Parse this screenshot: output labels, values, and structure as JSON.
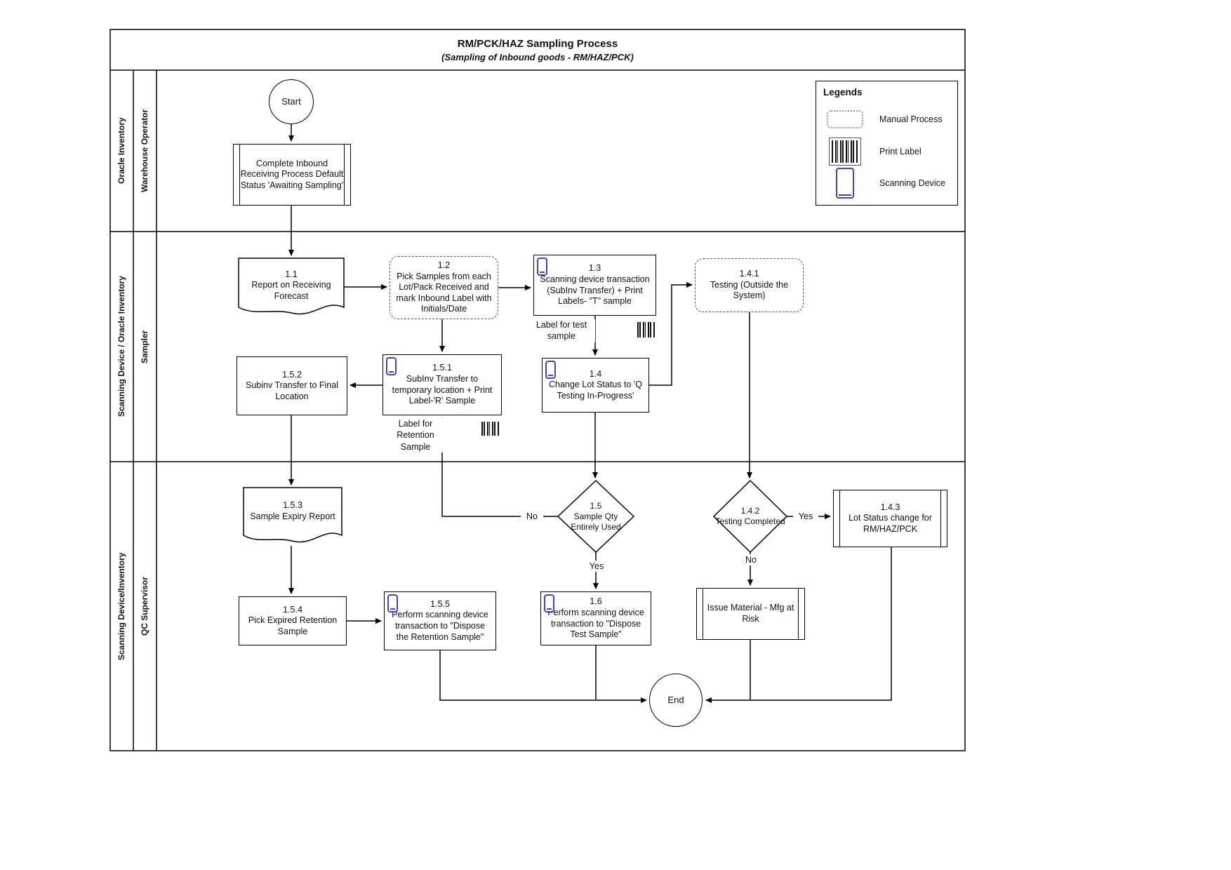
{
  "title": {
    "main": "RM/PCK/HAZ Sampling Process",
    "sub": "(Sampling of Inbound goods - RM/HAZ/PCK)"
  },
  "lanes": [
    {
      "system": "Oracle Inventory",
      "role": "Warehouse Operator"
    },
    {
      "system": "Scanning Device / Oracle Inventory",
      "role": "Sampler"
    },
    {
      "system": "Scanning Device/Inventory",
      "role": "QC Supervisor"
    }
  ],
  "legend": {
    "title": "Legends",
    "manual_process": "Manual Process",
    "print_label": "Print Label",
    "scanning_device": "Scanning Device"
  },
  "nodes": {
    "start": {
      "label": "Start"
    },
    "inbound": {
      "text": "Complete Inbound Receiving Process Default Status 'Awaiting Sampling'"
    },
    "n11": {
      "id": "1.1",
      "text": "Report on Receiving Forecast"
    },
    "n12": {
      "id": "1.2",
      "text": "Pick Samples from each Lot/Pack Received and mark Inbound Label with Initials/Date"
    },
    "n13": {
      "id": "1.3",
      "text": "Scanning device transaction (SubInv Transfer) + Print Labels- \"T\" sample"
    },
    "n141": {
      "id": "1.4.1",
      "text": "Testing (Outside the System)"
    },
    "n14": {
      "id": "1.4",
      "text": "Change Lot Status to 'Q Testing In-Progress'"
    },
    "n151": {
      "id": "1.5.1",
      "text": "SubInv Transfer to temporary location + Print Label-'R' Sample"
    },
    "n152": {
      "id": "1.5.2",
      "text": "Subinv Transfer to Final Location"
    },
    "n153": {
      "id": "1.5.3",
      "text": "Sample Expiry Report"
    },
    "n154": {
      "id": "1.5.4",
      "text": "Pick Expired Retention Sample"
    },
    "n155": {
      "id": "1.5.5",
      "text": "Perform scanning device transaction to \"Dispose the Retention Sample\""
    },
    "n15": {
      "id": "1.5",
      "text": "Sample Qty Entirely Used"
    },
    "n16": {
      "id": "1.6",
      "text": "Perform scanning device transaction to \"Dispose Test Sample\""
    },
    "n142": {
      "id": "1.4.2",
      "text": "Testing Completed"
    },
    "n143": {
      "id": "1.4.3",
      "text": "Lot Status change for RM/HAZ/PCK"
    },
    "issue": {
      "text": "Issue Material - Mfg at Risk"
    },
    "end": {
      "label": "End"
    }
  },
  "edge_labels": {
    "test_sample": "Label for test sample",
    "retention_sample": "Label for Retention Sample",
    "n15_no": "No",
    "n15_yes": "Yes",
    "n142_yes": "Yes",
    "n142_no": "No"
  },
  "colors": {
    "line": "#000000",
    "device_accent": "#4343c8"
  }
}
